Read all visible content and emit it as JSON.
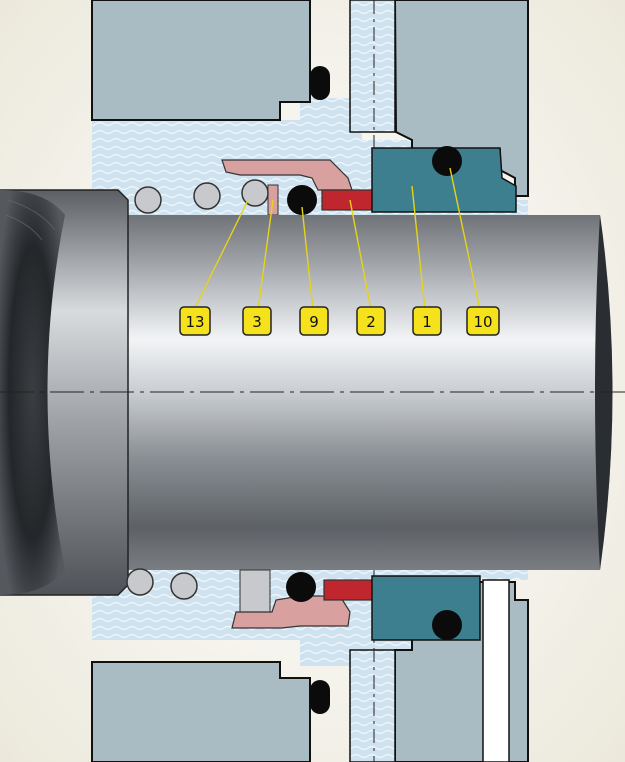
{
  "diagram": {
    "colors": {
      "background": "#f3f1e6",
      "housing": "#a9bcc4",
      "fluid": "#cfe2ef",
      "shaft": "#8d9196",
      "seal_face": "#3d7f8f",
      "bellows": "#d9a0a0",
      "sleeve": "#c0262e",
      "oring": "#0b0b0b",
      "label_fill": "#f5e11c",
      "leader": "#e6d31a"
    },
    "callouts": [
      {
        "id": "c13",
        "label": "13"
      },
      {
        "id": "c3",
        "label": "3"
      },
      {
        "id": "c9",
        "label": "9"
      },
      {
        "id": "c2",
        "label": "2"
      },
      {
        "id": "c1",
        "label": "1"
      },
      {
        "id": "c10",
        "label": "10"
      }
    ]
  }
}
